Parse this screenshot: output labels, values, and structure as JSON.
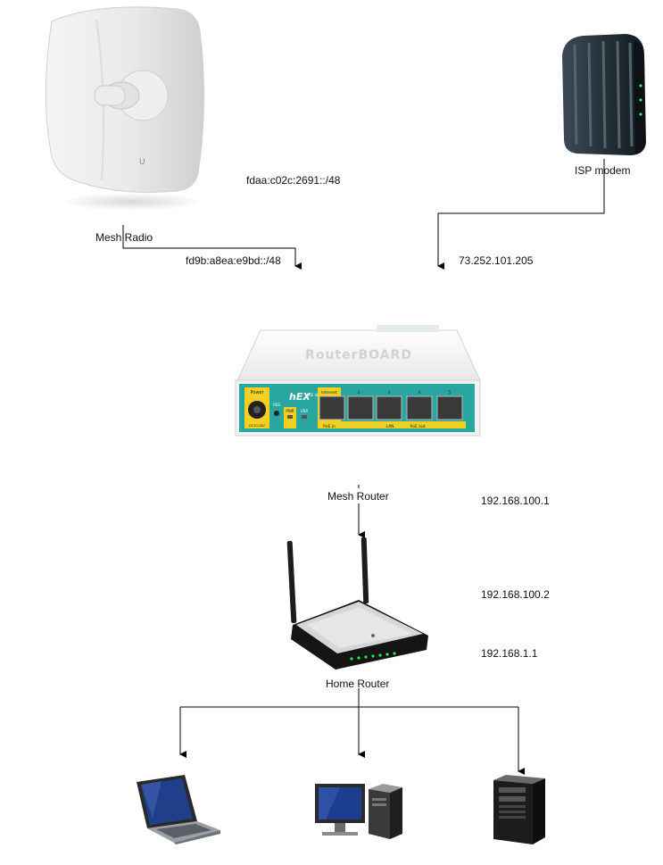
{
  "nodes": {
    "mesh_radio": {
      "label": "Mesh Radio"
    },
    "isp_modem": {
      "label": "ISP modem"
    },
    "mesh_router": {
      "label": "Mesh Router"
    },
    "home_router": {
      "label": "Home Router"
    }
  },
  "addresses": {
    "mesh_prefix_radio": "fdaa:c02c:2691::/48",
    "mesh_prefix_router": "fd9b:a8ea:e9bd::/48",
    "isp_public_ip": "73.252.101.205",
    "mesh_router_lan_ip": "192.168.100.1",
    "home_router_wan_ip": "192.168.100.2",
    "home_router_lan_ip": "192.168.1.1"
  },
  "router_face": {
    "brand_text": "RouterBOARD",
    "model": "hEX",
    "model_sub": "PoE lite",
    "power": "Power",
    "dc": "DC10-28V",
    "res": "RES",
    "pwr": "PWR",
    "usr": "USR",
    "internet": "Internet",
    "port2": "2",
    "port3": "3",
    "port4": "4",
    "port5": "5",
    "poe_in": "PoE in",
    "lan": "LAN",
    "poe_out": "PoE out"
  }
}
